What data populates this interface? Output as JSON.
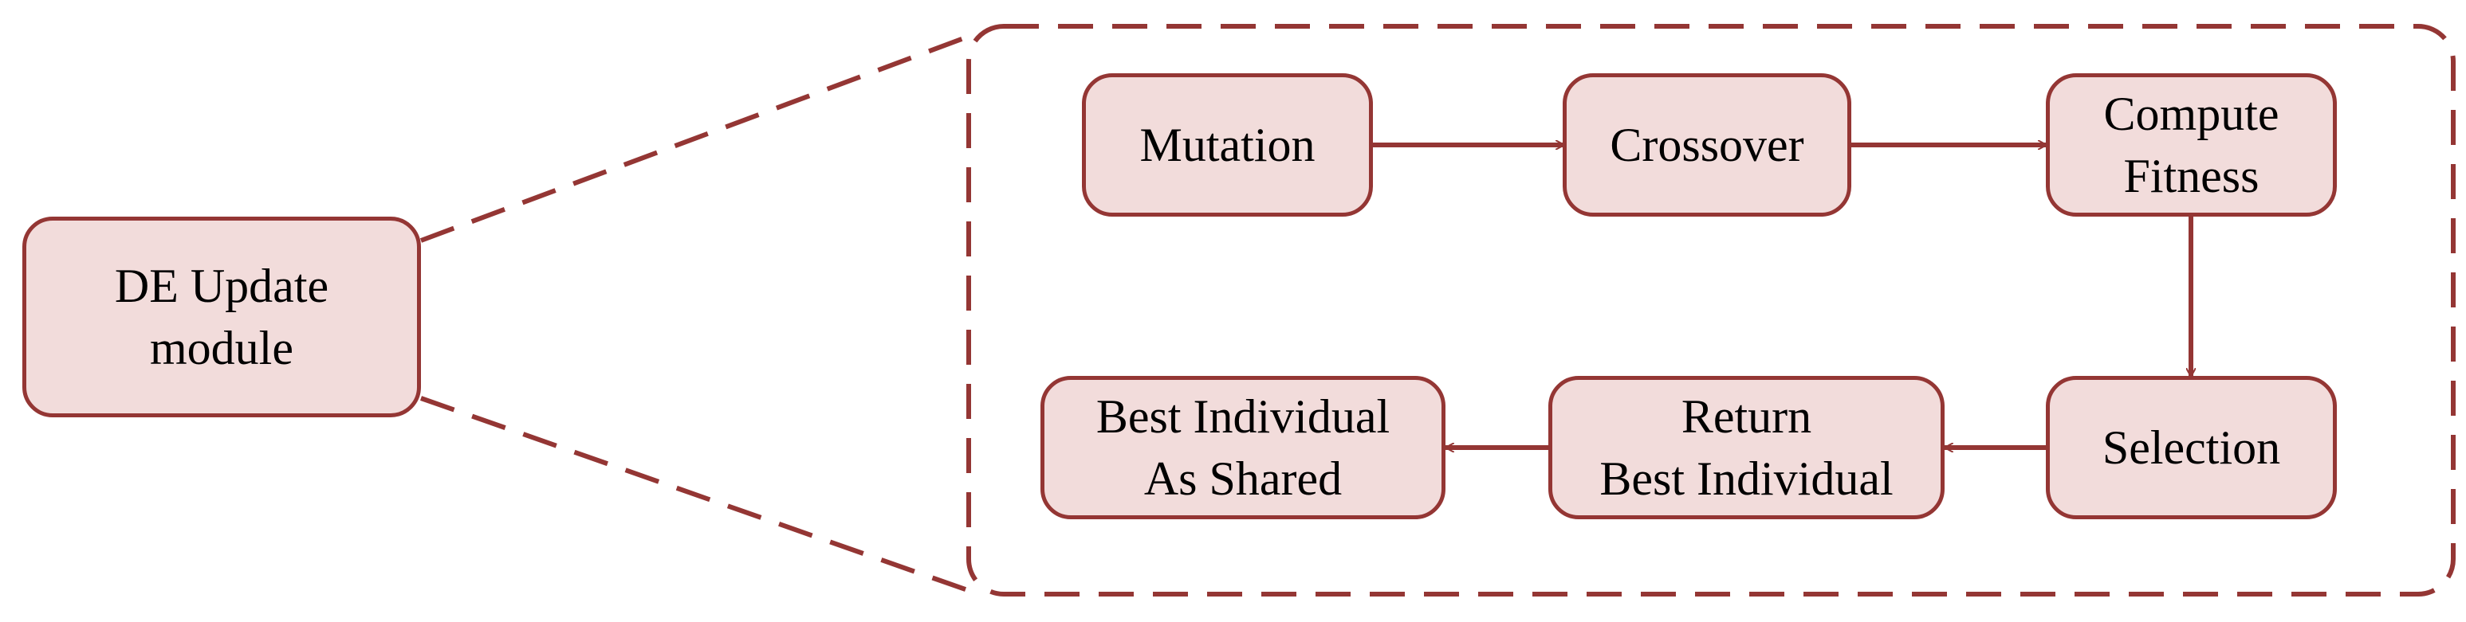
{
  "colors": {
    "stroke": "#943634",
    "fill": "#f2dcdb",
    "text": "#000000"
  },
  "nodes": {
    "de_update": "DE Update\nmodule",
    "mutation": "Mutation",
    "crossover": "Crossover",
    "compute_fitness": "Compute\nFitness",
    "selection": "Selection",
    "return_best": "Return\nBest Individual",
    "best_shared": "Best Individual\nAs Shared"
  },
  "edges": [
    {
      "from": "mutation",
      "to": "crossover"
    },
    {
      "from": "crossover",
      "to": "compute_fitness"
    },
    {
      "from": "compute_fitness",
      "to": "selection"
    },
    {
      "from": "selection",
      "to": "return_best"
    },
    {
      "from": "return_best",
      "to": "best_shared"
    }
  ]
}
